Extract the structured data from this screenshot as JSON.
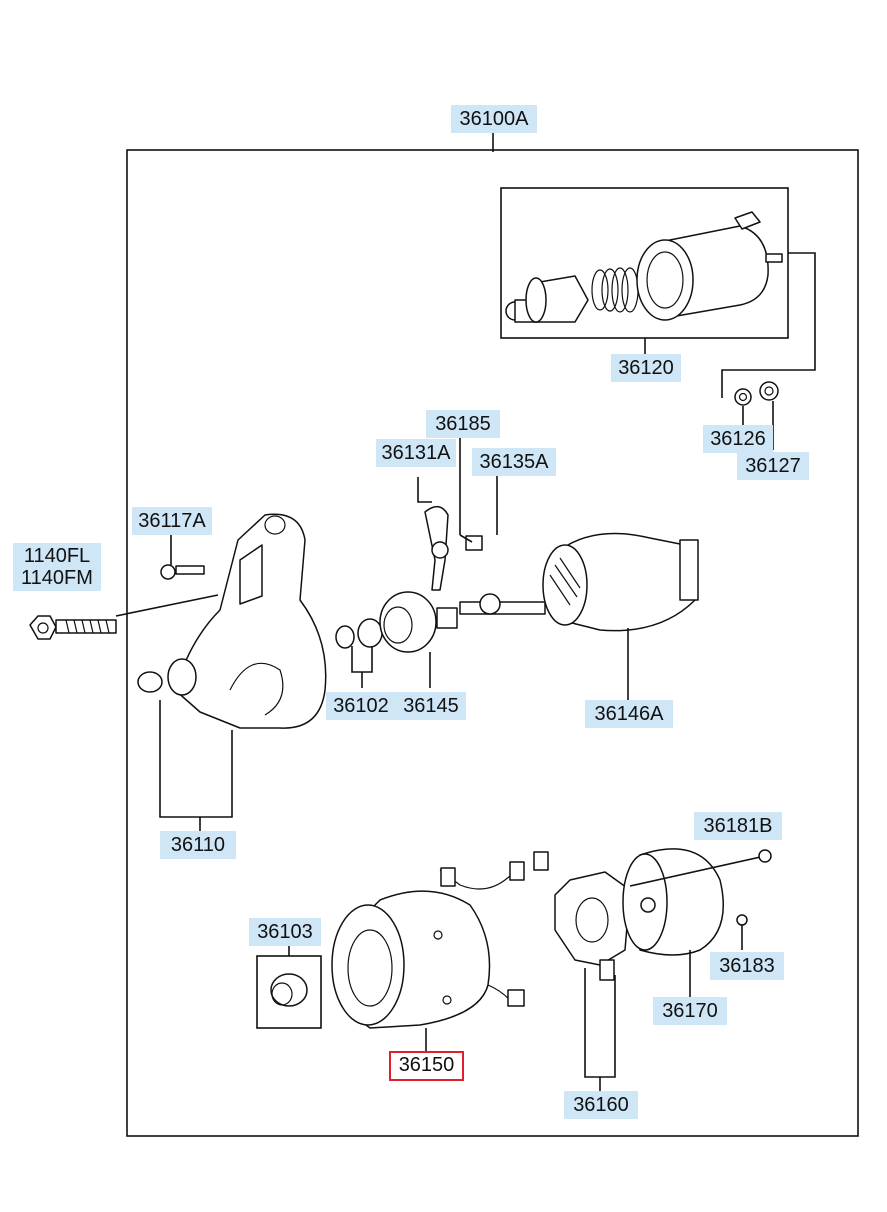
{
  "diagram": {
    "parts": [
      {
        "id": "p36100A",
        "label": "36100A"
      },
      {
        "id": "p36120",
        "label": "36120"
      },
      {
        "id": "p36126",
        "label": "36126"
      },
      {
        "id": "p36127",
        "label": "36127"
      },
      {
        "id": "p36185",
        "label": "36185"
      },
      {
        "id": "p36131A",
        "label": "36131A"
      },
      {
        "id": "p36135A",
        "label": "36135A"
      },
      {
        "id": "p36117A",
        "label": "36117A"
      },
      {
        "id": "p1140",
        "label": "1140FL\n1140FM"
      },
      {
        "id": "p36102",
        "label": "36102"
      },
      {
        "id": "p36145",
        "label": "36145"
      },
      {
        "id": "p36146A",
        "label": "36146A"
      },
      {
        "id": "p36110",
        "label": "36110"
      },
      {
        "id": "p36181B",
        "label": "36181B"
      },
      {
        "id": "p36103",
        "label": "36103"
      },
      {
        "id": "p36183",
        "label": "36183"
      },
      {
        "id": "p36170",
        "label": "36170"
      },
      {
        "id": "p36150",
        "label": "36150"
      },
      {
        "id": "p36160",
        "label": "36160"
      }
    ],
    "selected_part": "36150",
    "colors": {
      "callout_bg": "#cfe6f7",
      "selected_border": "#e0202a",
      "line": "#111111"
    }
  }
}
